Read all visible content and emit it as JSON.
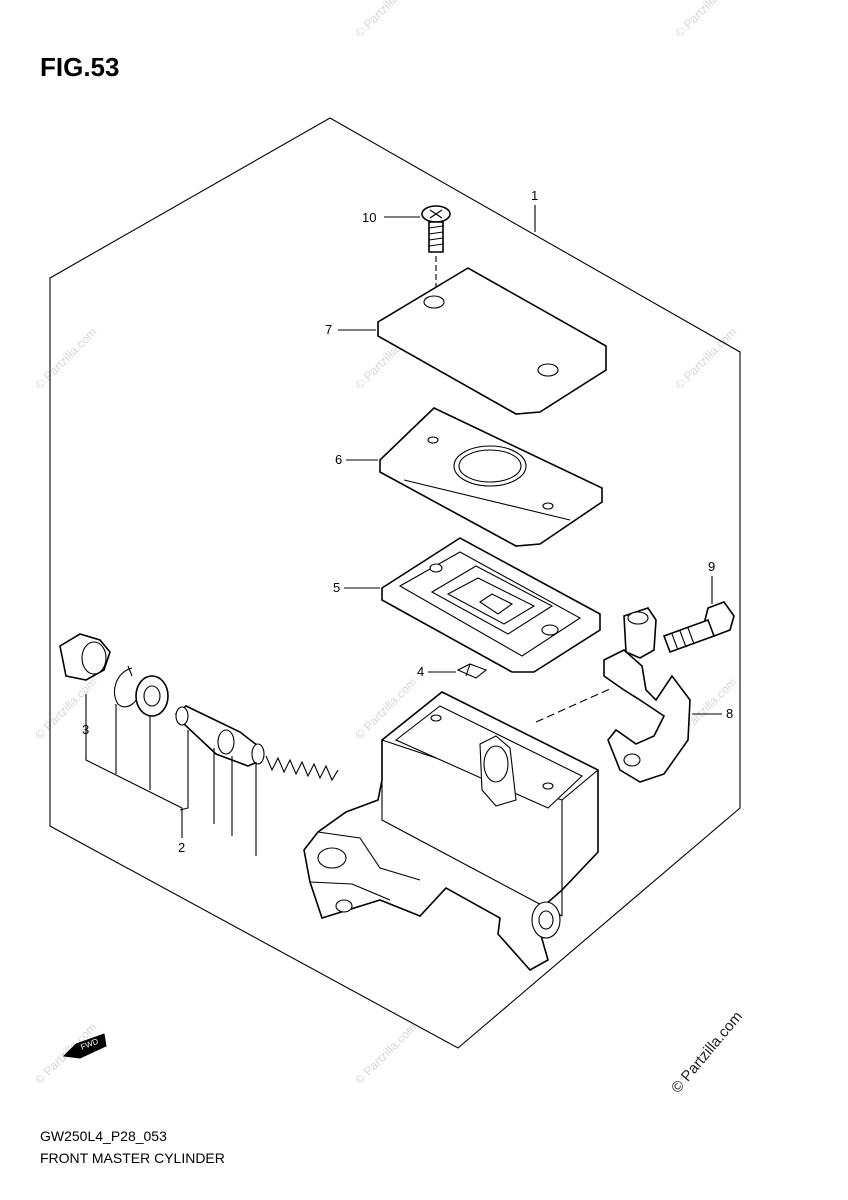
{
  "figure": {
    "title": "FIG.53"
  },
  "callouts": [
    {
      "id": "1",
      "label": "1"
    },
    {
      "id": "2",
      "label": "2"
    },
    {
      "id": "3",
      "label": "3"
    },
    {
      "id": "4",
      "label": "4"
    },
    {
      "id": "5",
      "label": "5"
    },
    {
      "id": "6",
      "label": "6"
    },
    {
      "id": "7",
      "label": "7"
    },
    {
      "id": "8",
      "label": "8"
    },
    {
      "id": "9",
      "label": "9"
    },
    {
      "id": "10",
      "label": "10"
    }
  ],
  "watermark": "© Partzilla.com",
  "fwd_label": "FWD",
  "footer": {
    "code": "GW250L4_P28_053",
    "name": "FRONT MASTER CYLINDER"
  }
}
